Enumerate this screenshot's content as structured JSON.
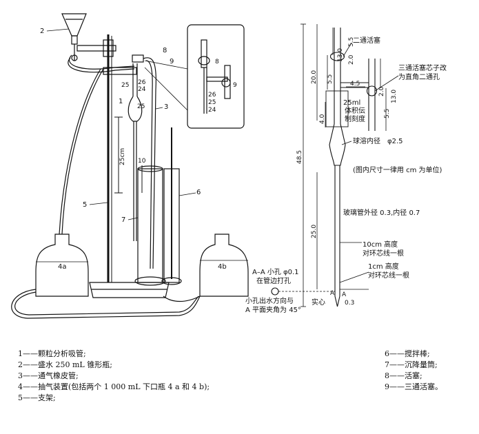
{
  "apparatus": {
    "callouts": [
      "1",
      "2",
      "3",
      "4a",
      "4b",
      "5",
      "6",
      "7",
      "8",
      "9"
    ],
    "marks_top": [
      "25",
      "26",
      "24",
      "25"
    ],
    "marks_inset": [
      "26",
      "25",
      "24"
    ],
    "dim_25cm": "25cm",
    "dim_10": "10"
  },
  "pipette": {
    "labels": {
      "two_way_stopcock": "二通活塞",
      "three_way_note_1": "三通活塞芯子改",
      "three_way_note_2": "为直角二通孔",
      "vol_25ml_1": "25ml",
      "vol_25ml_2": "体积伝",
      "vol_25ml_3": "制刻度",
      "bulb": "球溶内径",
      "bulb_value": "φ2.5",
      "unit_note": "(图内尺寸一律用 cm 为单位)",
      "tube_dims": "玻璃管外径 0.3,内径 0.7",
      "h10_1": "10cm 高度",
      "h10_2": "对环芯线一根",
      "h1_1": "1cm 高度",
      "h1_2": "对环芯线一根",
      "hole_1": "A–A 小孔 φ0.1",
      "hole_2": "在管边打孔",
      "dir_1": "小孔出水方向与",
      "dir_2": "A 平面夹角为 45°",
      "solid": "实心",
      "A": "A",
      "A2": "A"
    },
    "dims": {
      "d13": "13.0",
      "d55a": "5.5",
      "d20a": "2.0",
      "d200": "20.0",
      "d55b": "5.5",
      "d40": "4.0",
      "d485": "48.5",
      "d250": "25.0",
      "d45": "4.5",
      "d20b": "2.0",
      "d55c": "5.5",
      "d130b": "13.0",
      "d03": "0.3"
    }
  },
  "legend": {
    "left": [
      "1——颗粒分析吸管;",
      "2——盛水 250 mL 锥形瓶;",
      "3——通气橡皮管;",
      "4——抽气装置(包括两个 1 000 mL 下口瓶 4 a 和 4 b);",
      "5——支架;"
    ],
    "right": [
      "6——搅拌棒;",
      "7——沉降量筒;",
      "8——活塞;",
      "9——三通活塞。"
    ]
  }
}
